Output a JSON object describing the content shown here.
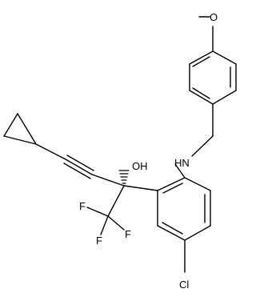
{
  "molecule": {
    "atoms": {
      "oxygen_methoxy": "O",
      "hydroxyl": "OH",
      "amine": "HN",
      "chlorine": "Cl",
      "fluorine_1": "F",
      "fluorine_2": "F",
      "fluorine_3": "F"
    }
  }
}
